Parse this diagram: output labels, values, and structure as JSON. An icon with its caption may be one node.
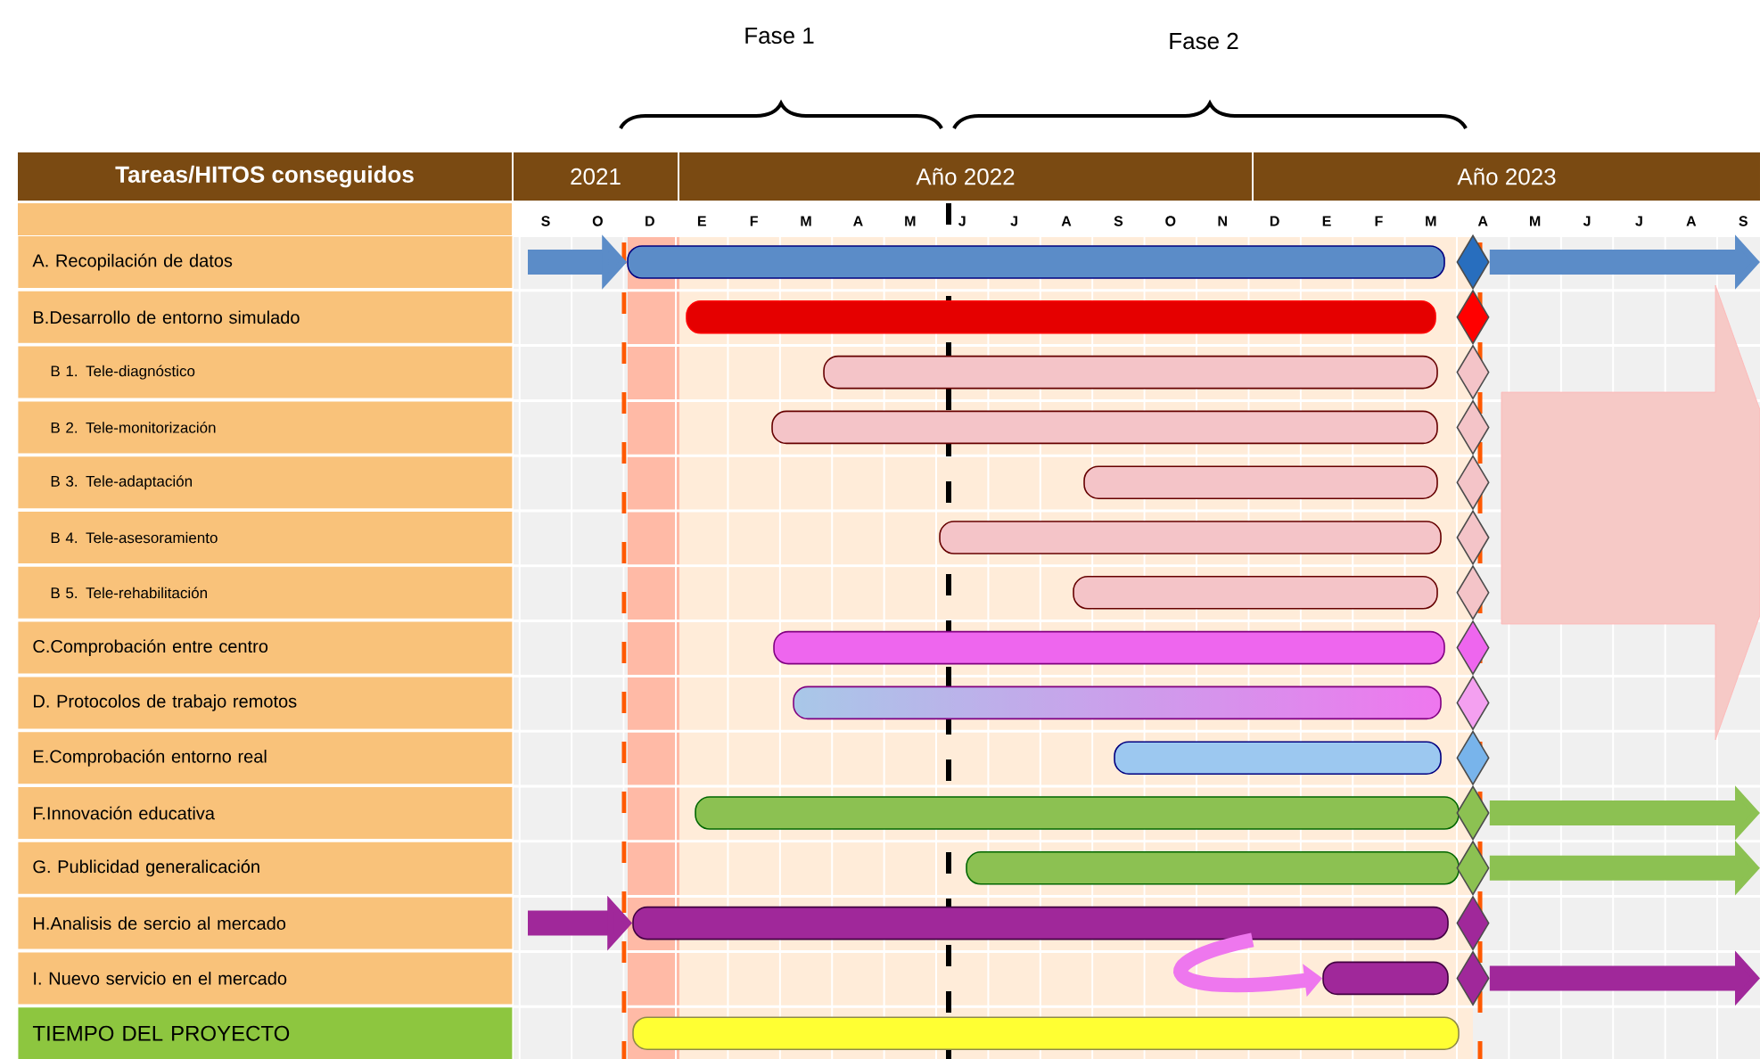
{
  "diagram": {
    "nodes": [
      {
        "text": [],
        "shape": "bar"
      },
      {
        "text": [],
        "shape": "diamond"
      },
      {
        "text": [],
        "shape": "bar"
      },
      {
        "text": [],
        "shape": "diamond"
      },
      {
        "text": [],
        "shape": "bar"
      },
      {
        "text": [],
        "shape": "diamond"
      },
      {
        "text": [],
        "shape": "bar"
      },
      {
        "text": [],
        "shape": "diamond"
      },
      {
        "text": [],
        "shape": "bar"
      },
      {
        "text": [],
        "shape": "diamond"
      },
      {
        "text": [],
        "shape": "bar"
      },
      {
        "text": [],
        "shape": "diamond"
      },
      {
        "text": [],
        "shape": "bar"
      },
      {
        "text": [],
        "shape": "diamond"
      },
      {
        "text": [],
        "shape": "bar"
      },
      {
        "text": [],
        "shape": "diamond"
      },
      {
        "text": [],
        "shape": "bar"
      },
      {
        "text": [],
        "shape": "diamond"
      },
      {
        "text": [],
        "shape": "bar"
      },
      {
        "text": [],
        "shape": "diamond"
      },
      {
        "text": [],
        "shape": "bar"
      },
      {
        "text": [],
        "shape": "diamond"
      },
      {
        "text": [],
        "shape": "bar"
      },
      {
        "text": [],
        "shape": "diamond"
      },
      {
        "text": [],
        "shape": "bar"
      },
      {
        "text": [],
        "shape": "diamond"
      },
      {
        "text": [],
        "shape": "bar"
      },
      {
        "text": [],
        "shape": "diamond"
      },
      {
        "text": [],
        "shape": "bar"
      }
    ],
    "edges": [
      {
        "from": null,
        "to": 0,
        "arrow": "to",
        "color": "#5b8cc8"
      },
      {
        "from": 1,
        "to": null,
        "arrow": "to",
        "color": "#5b8cc8"
      },
      {
        "from": 21,
        "to": null,
        "arrow": "to",
        "color": "#8cc152"
      },
      {
        "from": 23,
        "to": null,
        "arrow": "to",
        "color": "#8cc152"
      },
      {
        "from": null,
        "to": 24,
        "arrow": "to",
        "color": "#a0289a"
      },
      {
        "from": 24,
        "to": 26,
        "arrow": "to",
        "color": "#ee77ee"
      },
      {
        "from": 27,
        "to": null,
        "arrow": "to",
        "color": "#a0289a"
      }
    ],
    "labels": [
      "Fase 1",
      "Fase 2",
      "Tareas/HITOS conseguidos",
      "2021",
      "Año 2022",
      "Año 2023",
      "S",
      "O",
      "D",
      "E",
      "F",
      "M",
      "A",
      "M",
      "J",
      "J",
      "A",
      "S",
      "O",
      "N",
      "D",
      "E",
      "F",
      "M",
      "A",
      "M",
      "J",
      "J",
      "A",
      "S",
      "A. Recopilación de datos",
      "B.Desarrollo de entorno simulado",
      "B 1. Tele-diagnóstico",
      "B 2. Tele-monitorización",
      "B 3. Tele-adaptación",
      "B 4. Tele-asesoramiento",
      "B 5. Tele-rehabilitación",
      "C.Comprobación entre centro",
      "D. Protocolos de trabajo remotos",
      "E.Comprobación entorno real",
      "F.Innovación educativa",
      "G. Publicidad generalicación",
      "H.Analisis de sercio al mercado",
      "I. Nuevo servicio en el mercado",
      "TIEMPO DEL PROYECTO"
    ]
  }
}
